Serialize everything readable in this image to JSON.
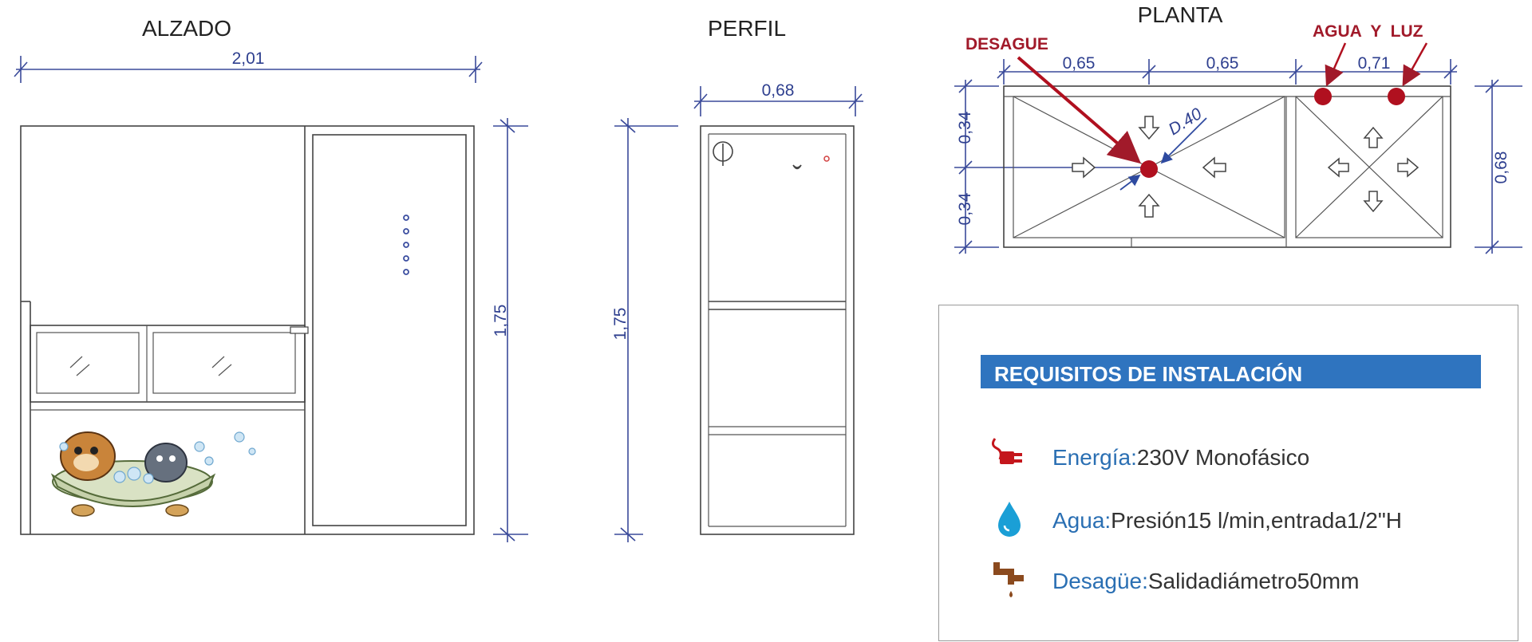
{
  "views": {
    "alzado": {
      "title": "ALZADO",
      "width": "2,01",
      "height": "1,75"
    },
    "perfil": {
      "title": "PERFIL",
      "depth": "0,68",
      "height": "1,75"
    },
    "planta": {
      "title": "PLANTA",
      "desague_label": "DESAGUE",
      "agua_luz_label": "AGUA  Y  LUZ",
      "dim_a": "0,65",
      "dim_b": "0,65",
      "dim_c": "0,71",
      "dim_left_top": "0,34",
      "dim_left_bottom": "0,34",
      "dim_right": "0,68",
      "drain_label": "D.40"
    }
  },
  "requirements": {
    "title": "REQUISITOS DE INSTALACIÓN",
    "items": [
      {
        "icon": "power-plug-icon",
        "label": "Energía:",
        "value": "230V Monofásico",
        "color": "#c4161c"
      },
      {
        "icon": "water-drop-icon",
        "label": "Agua:",
        "value": "Presión15 l/min,entrada1/2\"H",
        "color": "#1a9fd6"
      },
      {
        "icon": "faucet-pipe-icon",
        "label": "Desagüe:",
        "value": "Salidadiámetro50mm",
        "color": "#8b4a1e"
      }
    ]
  },
  "colors": {
    "dimension": "#2e3f8f",
    "accent_red": "#a11a2a",
    "header_blue": "#2f74bf"
  },
  "illustration": "dog-and-cat-bath-image"
}
